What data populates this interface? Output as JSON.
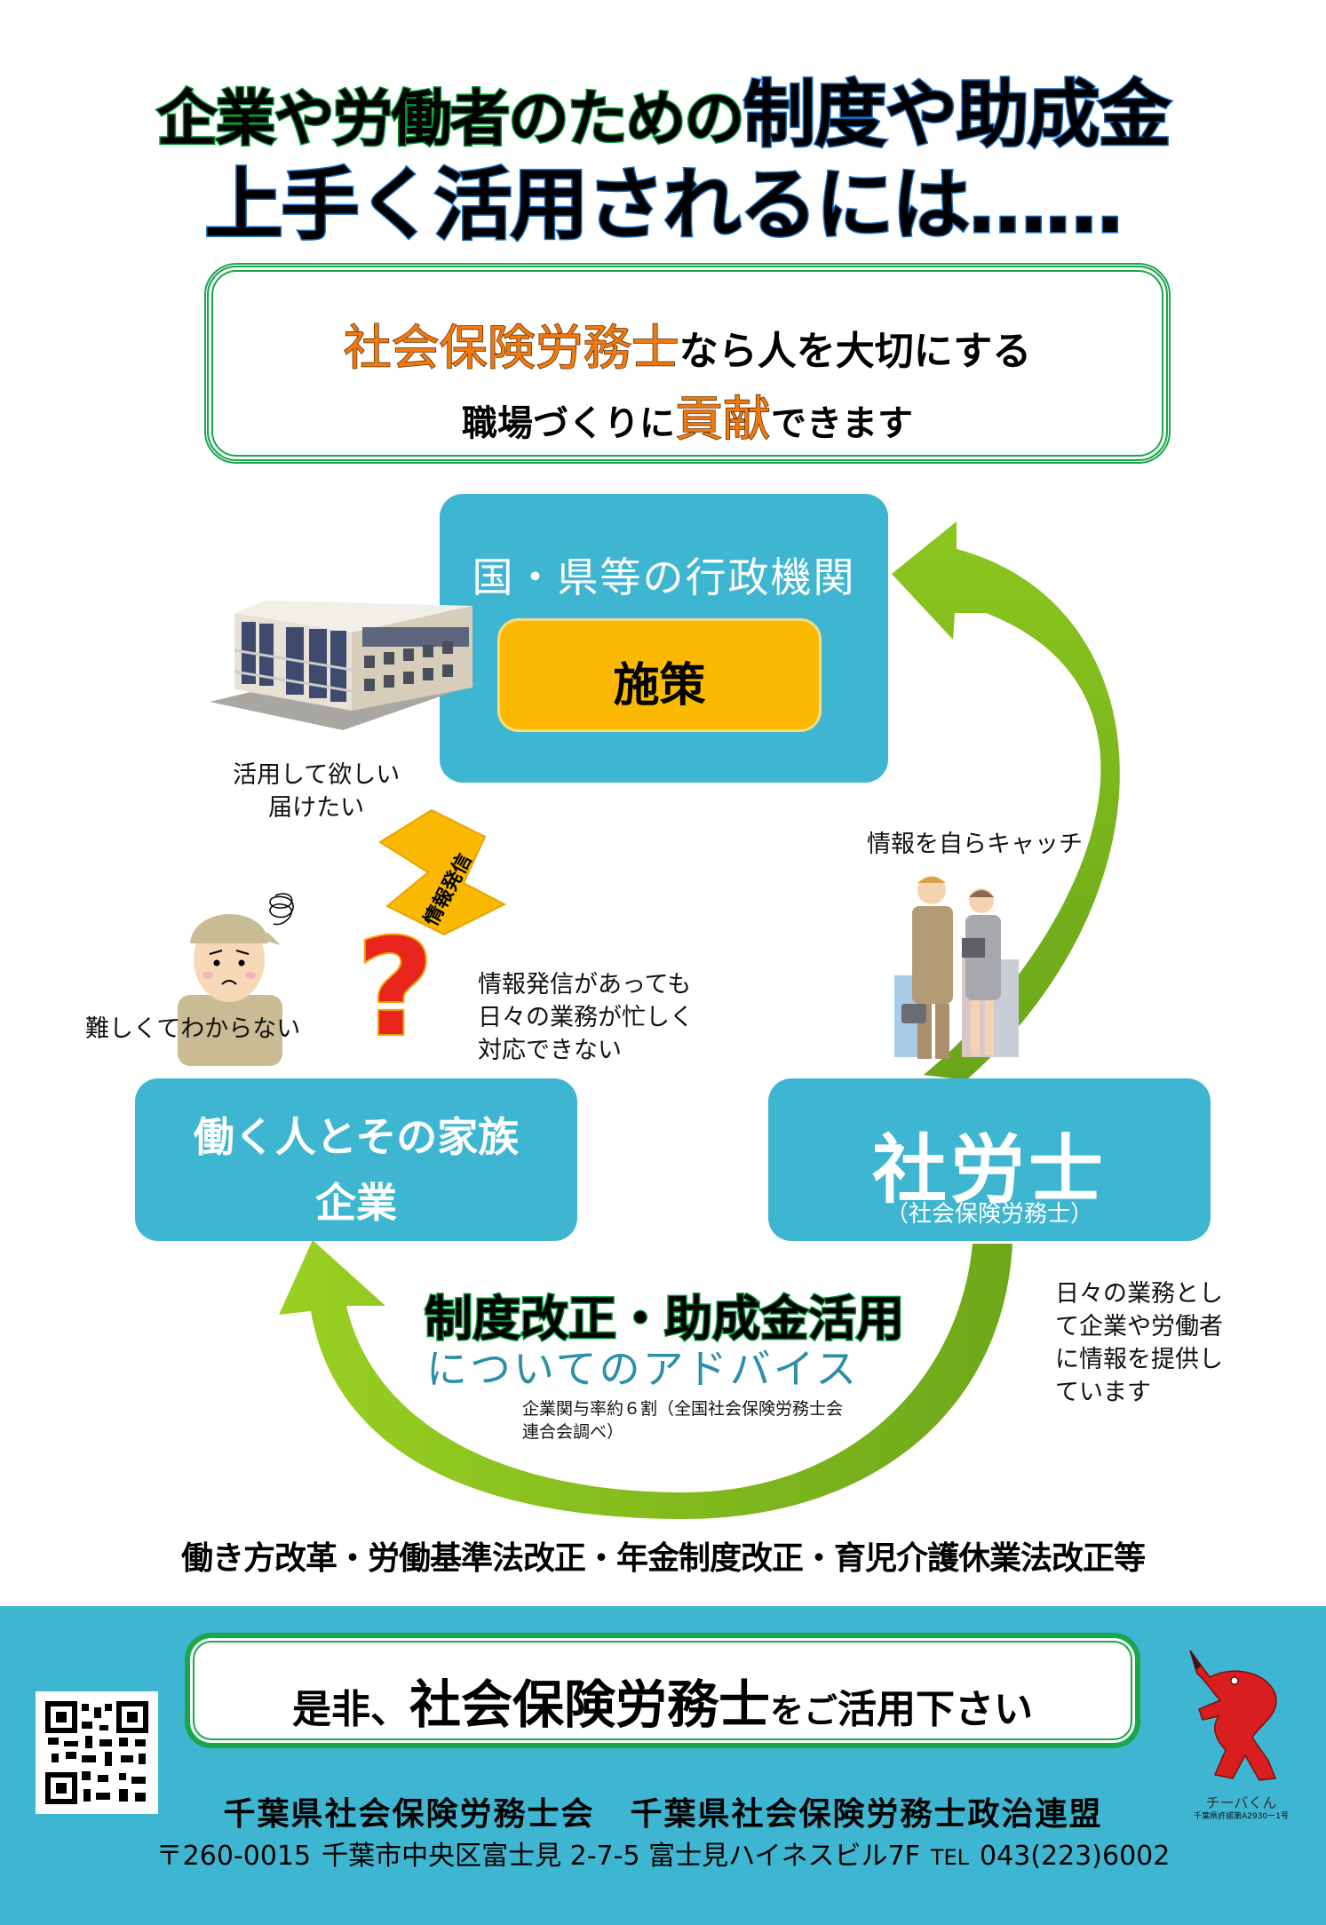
{
  "headline": {
    "line1_part1": "企業や労働者のための",
    "line1_part2": "制度や助成金",
    "line2": "上手く活用されるには……"
  },
  "message": {
    "line1_highlight": "社会保険労務士",
    "line1_rest": "なら人を大切にする",
    "line2_pre": "職場づくりに",
    "line2_highlight": "貢献",
    "line2_post": "できます"
  },
  "diagram": {
    "government": {
      "title": "国・県等の行政機関",
      "policy": "施策"
    },
    "government_note": [
      "活用して欲しい",
      "届けたい"
    ],
    "info_arrow_label": "情報発信",
    "confused_note": "難しくてわからない",
    "busy_note": [
      "情報発信があっても",
      "日々の業務が忙しく",
      "対応できない"
    ],
    "catch_note": "情報を自らキャッチ",
    "workers": {
      "line1": "働く人とその家族",
      "line2": "企業"
    },
    "sharoushi": {
      "title": "社労士",
      "subtitle": "（社会保険労務士）"
    },
    "daily_note": [
      "日々の業務とし",
      "て企業や労働者",
      "に情報を提供し",
      "ています"
    ],
    "advice_line1": "制度改正・助成金活用",
    "advice_line2": "についてのアドバイス",
    "stat_note": [
      "企業関与率約６割（全国社会保険労務士会",
      "連合会調べ）"
    ]
  },
  "laws": "働き方改革・労働基準法改正・年金制度改正・育児介護休業法改正等",
  "footer": {
    "cta_pre": "是非、",
    "cta_highlight": "社会保険労務士",
    "cta_mid": "をご",
    "cta_post": "活用下さい",
    "org1": "千葉県社会保険労務士会",
    "org2": "千葉県社会保険労務士政治連盟",
    "postal": "〒260-0015",
    "address": "千葉市中央区富士見 2-7-5 富士見ハイネスビル7F",
    "tel_label": "TEL",
    "tel": "043(223)6002",
    "mascot_name": "チーバくん",
    "mascot_permit": "千葉県許諾第A2930ー1号"
  },
  "colors": {
    "teal": "#3fb6d1",
    "green_border": "#18a84a",
    "policy_yellow": "#fab900",
    "arrow_green": "#8cc61e",
    "orange": "#f07a10",
    "advice_blue": "#2a8fa8",
    "question_red": "#e8241c",
    "mascot_red": "#d81e1e"
  }
}
